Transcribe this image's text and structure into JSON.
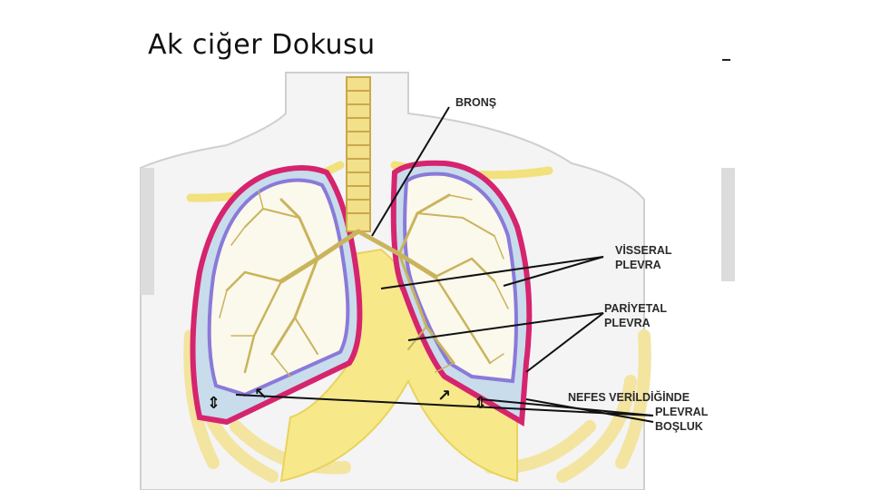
{
  "slide": {
    "title": "Ak ciğer Dokusu"
  },
  "diagram": {
    "labels": {
      "bronchus": "BRONŞ",
      "visceral_line1": "VİSSERAL",
      "visceral_line2": "PLEVRA",
      "parietal_line1": "PARİYETAL",
      "parietal_line2": "PLEVRA",
      "space_line1": "NEFES VERİLDİĞİNDE",
      "space_line2": "PLEVRAL",
      "space_line3": "BOŞLUK"
    },
    "colors": {
      "pleura_red": "#d6246e",
      "pleura_purple": "#8a7ad8",
      "pleural_space": "#c8dcec",
      "bronchial_tree": "#c9b45c",
      "fat_yellow": "#f7e98a",
      "ribs": "#f3e9a8",
      "body_outline": "#cfcfcf"
    }
  }
}
